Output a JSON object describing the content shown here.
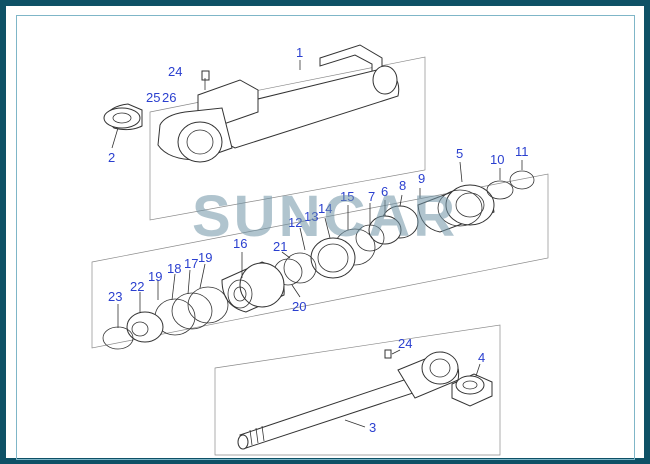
{
  "watermark": "SUNCAR",
  "callouts": [
    {
      "id": "1",
      "text": "1"
    },
    {
      "id": "2",
      "text": "2"
    },
    {
      "id": "3",
      "text": "3"
    },
    {
      "id": "4",
      "text": "4"
    },
    {
      "id": "5",
      "text": "5"
    },
    {
      "id": "6",
      "text": "6"
    },
    {
      "id": "7",
      "text": "7"
    },
    {
      "id": "8",
      "text": "8"
    },
    {
      "id": "9",
      "text": "9"
    },
    {
      "id": "10",
      "text": "10"
    },
    {
      "id": "11",
      "text": "11"
    },
    {
      "id": "12",
      "text": "12"
    },
    {
      "id": "13",
      "text": "13"
    },
    {
      "id": "14",
      "text": "14"
    },
    {
      "id": "15",
      "text": "15"
    },
    {
      "id": "16",
      "text": "16"
    },
    {
      "id": "17",
      "text": "17"
    },
    {
      "id": "18",
      "text": "18"
    },
    {
      "id": "19a",
      "text": "19"
    },
    {
      "id": "19b",
      "text": "19"
    },
    {
      "id": "20",
      "text": "20"
    },
    {
      "id": "21",
      "text": "21"
    },
    {
      "id": "22",
      "text": "22"
    },
    {
      "id": "23",
      "text": "23"
    },
    {
      "id": "24a",
      "text": "24"
    },
    {
      "id": "24b",
      "text": "24"
    },
    {
      "id": "25",
      "text": "25"
    },
    {
      "id": "26",
      "text": "26"
    }
  ]
}
